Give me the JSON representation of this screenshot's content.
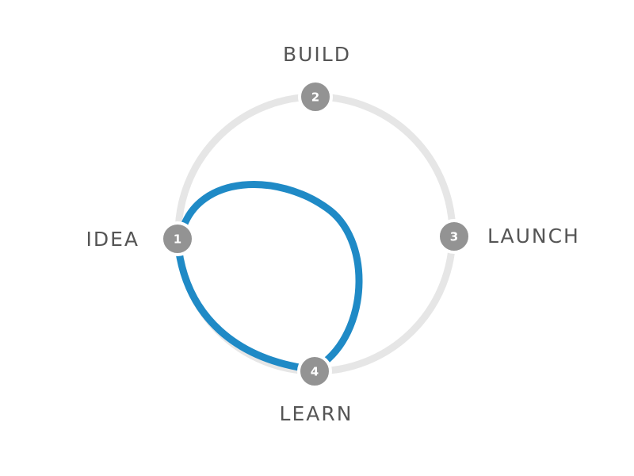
{
  "diagram": {
    "colors": {
      "ring": "#e6e6e6",
      "loop": "#1f8ac6",
      "node": "#939393",
      "node_text": "#ffffff",
      "label": "#555555"
    },
    "stages": [
      {
        "number": "1",
        "label": "IDEA"
      },
      {
        "number": "2",
        "label": "BUILD"
      },
      {
        "number": "3",
        "label": "LAUNCH"
      },
      {
        "number": "4",
        "label": "LEARN"
      }
    ]
  }
}
